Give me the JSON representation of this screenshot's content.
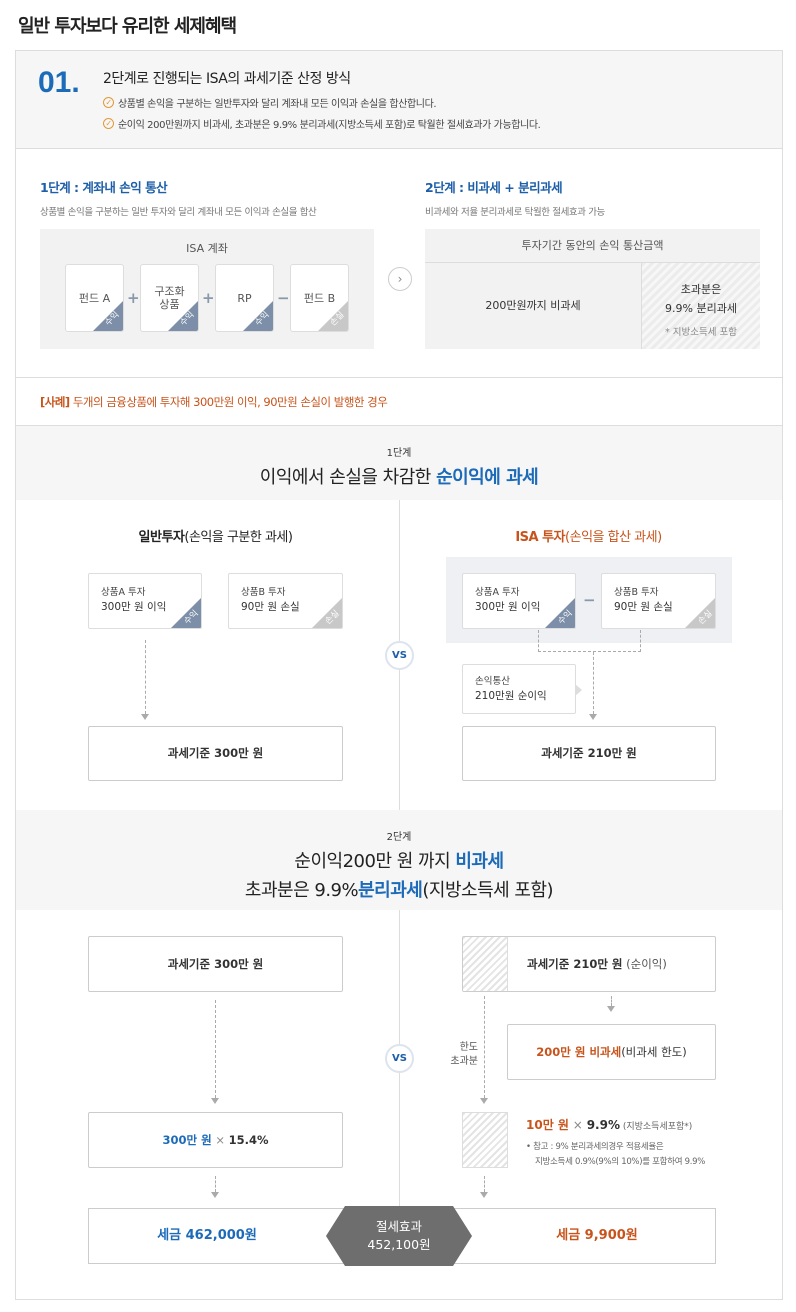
{
  "page_title": "일반 투자보다 유리한 세제혜택",
  "section1": {
    "number": "01.",
    "heading": "2단계로 진행되는 ISA의 과세기준 산정 방식",
    "bullets": [
      "상품별 손익을 구분하는 일반투자와 달리 계좌내 모든 이익과 손실을 합산합니다.",
      "순이익 200만원까지 비과세, 초과분은 9.9% 분리과세(지방소득세 포함)로 탁월한 절세효과가 가능합니다."
    ]
  },
  "step1": {
    "title": "1단계 : 계좌내 손익 통산",
    "desc": "상품별 손익을 구분하는 일반 투자와 달리 계좌내 모든 이익과 손실을 합산",
    "box_label": "ISA 계좌",
    "funds": [
      {
        "label": "펀드 A",
        "tag": "수익"
      },
      {
        "label": "구조화\n상품",
        "tag": "수익"
      },
      {
        "label": "RP",
        "tag": "수익"
      },
      {
        "label": "펀드 B",
        "tag": "손실"
      }
    ],
    "ops": [
      "+",
      "+",
      "−"
    ]
  },
  "step2": {
    "title": "2단계 : 비과세 + 분리과세",
    "desc": "비과세와 저율 분리과세로 탁월한 절세효과 가능",
    "head": "투자기간 동안의 손익 통산금액",
    "left": "200만원까지 비과세",
    "right_line1": "초과분은",
    "right_line2": "9.9% 분리과세",
    "right_note": "* 지방소득세 포함"
  },
  "case": {
    "tag": "[사례]",
    "text": " 두개의 금융상품에 투자해 300만원 이익, 90만원 손실이 발행한 경우"
  },
  "band1": {
    "small": "1단계",
    "big_pre": "이익에서 손실을 차감한 ",
    "big_hl": "순이익에 과세"
  },
  "general": {
    "title_b": "일반투자",
    "title_r": "(손익을 구분한 과세)",
    "a_l1": "상품A 투자",
    "a_l2": "300만 원 이익",
    "a_tag": "수익",
    "b_l1": "상품B 투자",
    "b_l2": "90만 원 손실",
    "b_tag": "손실",
    "base": "과세기준 300만 원"
  },
  "isa": {
    "title_b": "ISA 투자",
    "title_r": "(손익을 합산 과세)",
    "a_l1": "상품A 투자",
    "a_l2": "300만 원 이익",
    "a_tag": "수익",
    "minus": "−",
    "b_l1": "상품B 투자",
    "b_l2": "90만 원 손실",
    "b_tag": "손실",
    "callout_l1": "손익통산",
    "callout_l2": "210만원 순이익",
    "base": "과세기준 210만 원"
  },
  "vs": "VS",
  "band2": {
    "small": "2단계",
    "l1_pre": "순이익200만 원 까지 ",
    "l1_hl": "비과세",
    "l2_pre": "초과분은 9.9%",
    "l2_hl": "분리과세",
    "l2_post": "(지방소득세 포함)"
  },
  "lower_left": {
    "base": "과세기준 300만 원",
    "calc_amount": "300만 원",
    "calc_x": "×",
    "calc_rate": "15.4%",
    "tax": "세금 462,000원"
  },
  "lower_right": {
    "base": "과세기준 210만 원",
    "base_note": " (순이익)",
    "limit_label": "한도\n초과분",
    "exempt_hl": "200만 원 비과세",
    "exempt_note": "(비과세 한도)",
    "calc_amount": "10만 원",
    "calc_x": "×",
    "calc_rate": "9.9%",
    "calc_note": " (지방소득세포함*)",
    "footnote_l1": "• 참고 : 9% 분리과세의경우 적용세율은",
    "footnote_l2": "지방소득세 0.9%(9%의 10%)를 포함하여 9.9%",
    "tax": "세금 9,900원"
  },
  "saving": {
    "label": "절세효과",
    "amount": "452,100원"
  },
  "colors": {
    "blue": "#1c6ab8",
    "orange": "#c8541c",
    "tag_blue": "#7d8fa8",
    "tag_gray": "#c8c8c8"
  }
}
